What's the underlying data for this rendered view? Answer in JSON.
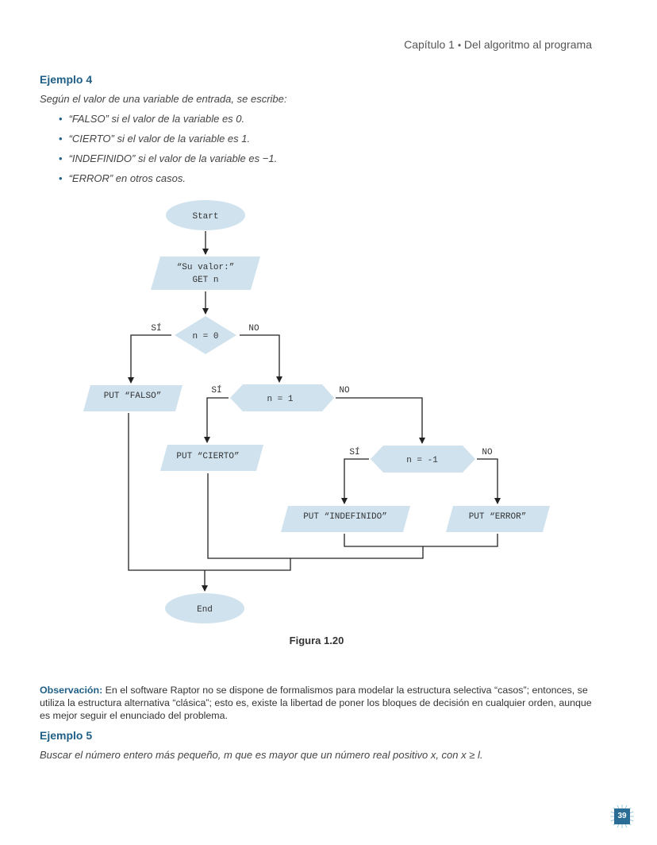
{
  "header": {
    "chapter": "Capítulo 1",
    "separator": "•",
    "title": "Del algoritmo al programa"
  },
  "example4": {
    "heading": "Ejemplo 4",
    "intro": "Según el valor de una variable de entrada, se escribe:",
    "bullets": [
      "“FALSO” si el valor de la variable es 0.",
      "“CIERTO” si el valor de la variable es 1.",
      "“INDEFINIDO” si el valor de la variable es −1.",
      "“ERROR” en otros casos."
    ]
  },
  "flowchart": {
    "start": "Start",
    "input_line1": "“Su valor:”",
    "input_line2": "GET n",
    "decision1": "n = 0",
    "decision2": "n = 1",
    "decision3": "n = -1",
    "yes": "SÍ",
    "no": "NO",
    "put_falso": "PUT “FALSO”",
    "put_cierto": "PUT “CIERTO”",
    "put_indefinido": "PUT “INDEFINIDO”",
    "put_error": "PUT “ERROR”",
    "end": "End",
    "shape_fill": "#cfe2ee"
  },
  "figure_caption": "Figura 1.20",
  "observation": {
    "label": "Observación:",
    "text": " En el software Raptor no se dispone de formalismos para modelar la estructura selectiva “casos”; entonces, se utiliza la estructura alternativa “clásica”; esto es, existe la libertad de poner los bloques de decisión en cualquier orden, aunque es mejor seguir el enunciado del problema."
  },
  "example5": {
    "heading": "Ejemplo 5",
    "text": "Buscar el número entero más pequeño, m que es mayor que un número real positivo x, con x ≥ l."
  },
  "page_number": "39"
}
